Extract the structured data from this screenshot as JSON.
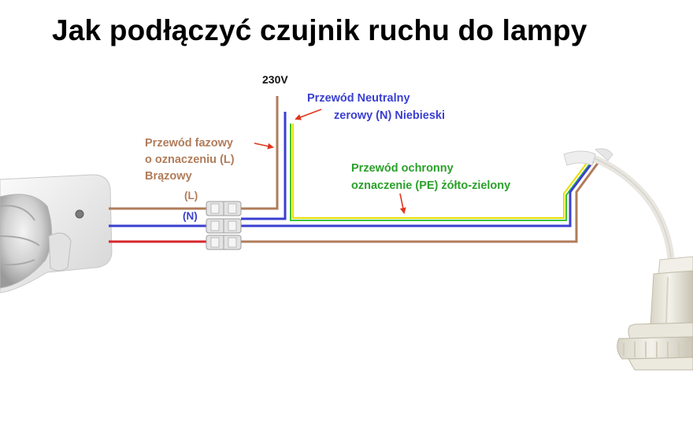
{
  "title": "Jak podłączyć czujnik ruchu do lampy",
  "voltage": "230V",
  "labels": {
    "neutral": [
      "Przewód Neutralny",
      "zerowy (N) Niebieski"
    ],
    "phase": [
      "Przewód fazowy",
      "o oznaczeniu (L)",
      "Brązowy"
    ],
    "protective": [
      "Przewód ochronny",
      "oznaczenie (PE) żółto-zielony"
    ],
    "l_tag": "(L)",
    "n_tag": "(N)"
  },
  "colors": {
    "brown": "#b07c5a",
    "blue": "#3a3fd0",
    "red": "#d9262c",
    "yellow": "#e8e000",
    "green": "#3cc33c",
    "arrow": "#e0361e",
    "phase_text": "#b07c5a",
    "neutral_text": "#3a3fd0",
    "protective_text": "#2aa02a"
  }
}
